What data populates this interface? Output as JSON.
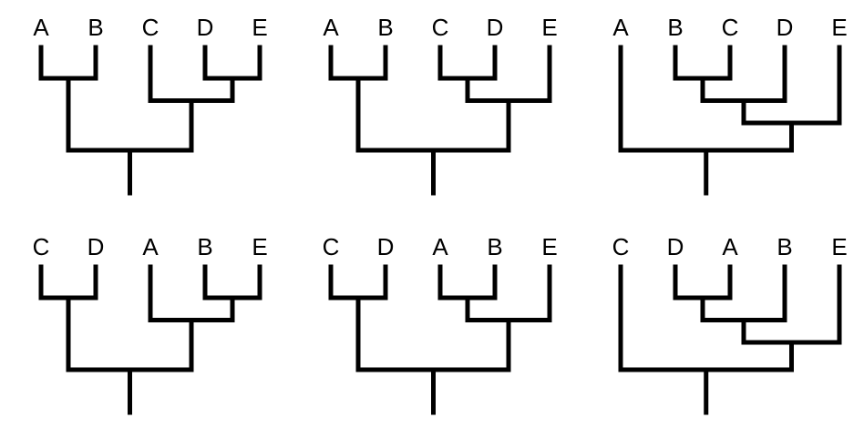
{
  "title": "Six cladograms of taxa A–E",
  "line_color": "#000000",
  "trees": [
    {
      "leaves": [
        "A",
        "B",
        "C",
        "D",
        "E"
      ],
      "topology": [
        [
          "A",
          "B"
        ],
        [
          "C",
          [
            "D",
            "E"
          ]
        ]
      ]
    },
    {
      "leaves": [
        "A",
        "B",
        "C",
        "D",
        "E"
      ],
      "topology": [
        [
          "A",
          "B"
        ],
        [
          [
            "C",
            "D"
          ],
          "E"
        ]
      ]
    },
    {
      "leaves": [
        "A",
        "B",
        "C",
        "D",
        "E"
      ],
      "topology": [
        "A",
        [
          [
            [
              "B",
              "C"
            ],
            "D"
          ],
          "E"
        ]
      ]
    },
    {
      "leaves": [
        "C",
        "D",
        "A",
        "B",
        "E"
      ],
      "topology": [
        [
          "C",
          "D"
        ],
        [
          "A",
          [
            "B",
            "E"
          ]
        ]
      ]
    },
    {
      "leaves": [
        "C",
        "D",
        "A",
        "B",
        "E"
      ],
      "topology": [
        [
          "C",
          "D"
        ],
        [
          [
            "A",
            "B"
          ],
          "E"
        ]
      ]
    },
    {
      "leaves": [
        "C",
        "D",
        "A",
        "B",
        "E"
      ],
      "topology": [
        "C",
        [
          [
            [
              "D",
              "A"
            ],
            "B"
          ],
          "E"
        ]
      ]
    }
  ]
}
